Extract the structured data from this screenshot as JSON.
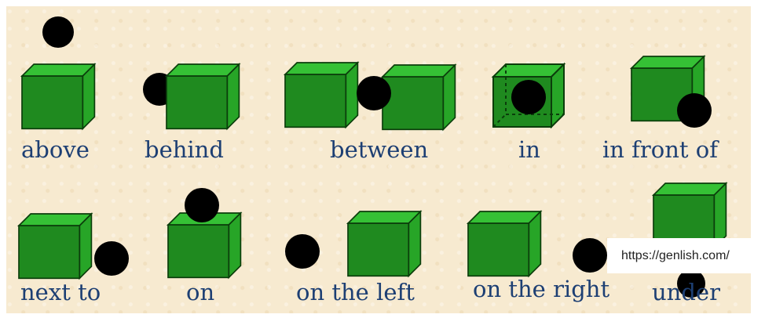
{
  "labels": {
    "above": "above",
    "behind": "behind",
    "between": "between",
    "in": "in",
    "in_front_of": "in front of",
    "next_to": "next to",
    "on": "on",
    "on_the_left": "on the left",
    "on_the_right": "on the right",
    "under": "under"
  },
  "watermark": {
    "url": "https://genlish.com/"
  },
  "colors": {
    "cube_front": "#1f8a1f",
    "cube_top": "#35c135",
    "cube_side": "#27a527",
    "ball": "#000000",
    "label": "#1d3f73",
    "background": "#f7ead0"
  }
}
